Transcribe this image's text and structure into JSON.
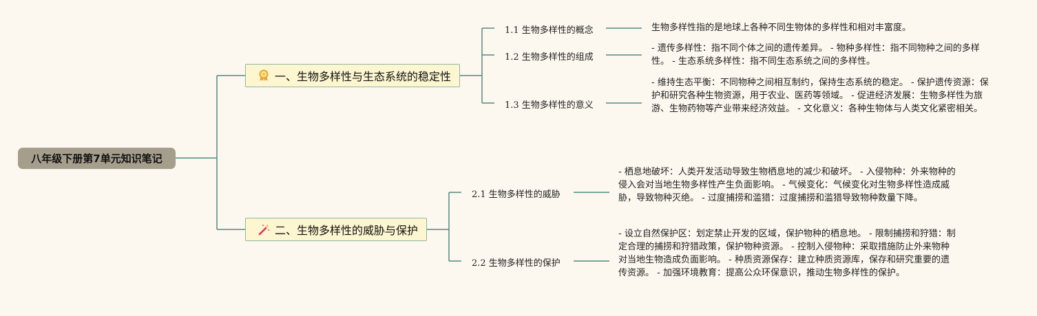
{
  "root": {
    "label": "八年级下册第7单元知识笔记"
  },
  "branches": [
    {
      "label": "一、生物多样性与生态系统的稳定性",
      "icon": "award-ribbon-icon",
      "children": [
        {
          "label": "1.1 生物多样性的概念",
          "detail": "生物多样性指的是地球上各种不同生物体的多样性和相对丰富度。"
        },
        {
          "label": "1.2 生物多样性的组成",
          "detail": "- 遗传多样性：指不同个体之间的遗传差异。 - 物种多样性：指不同物种之间的多样性。 - 生态系统多样性：指不同生态系统之间的多样性。"
        },
        {
          "label": "1.3 生物多样性的意义",
          "detail": "- 维持生态平衡：不同物种之间相互制约，保持生态系统的稳定。 - 保护遗传资源：保护和研究各种生物资源，用于农业、医药等领域。 - 促进经济发展：生物多样性为旅游、生物药物等产业带来经济效益。 - 文化意义：各种生物体与人类文化紧密相关。"
        }
      ]
    },
    {
      "label": "二、生物多样性的威胁与保护",
      "icon": "magic-wand-icon",
      "children": [
        {
          "label": "2.1 生物多样性的威胁",
          "detail": "- 栖息地破坏：人类开发活动导致生物栖息地的减少和破坏。 - 入侵物种：外来物种的侵入会对当地生物多样性产生负面影响。 - 气候变化：气候变化对生物多样性造成威胁，导致物种灭绝。 - 过度捕捞和滥猎：过度捕捞和滥猎导致物种数量下降。"
        },
        {
          "label": "2.2 生物多样性的保护",
          "detail": "- 设立自然保护区：划定禁止开发的区域，保护物种的栖息地。 - 限制捕捞和狩猎：制定合理的捕捞和狩猎政策，保护物种资源。 - 控制入侵物种：采取措施防止外来物种对当地生物造成负面影响。 - 种质资源保存：建立种质资源库，保存和研究重要的遗传资源。 - 加强环境教育：提高公众环保意识，推动生物多样性的保护。"
        }
      ]
    }
  ],
  "colors": {
    "line": "#4f8a80",
    "root_bg": "#a59e8c",
    "branch_bg": "#fdf6d1",
    "background": "#fdf8ef"
  }
}
